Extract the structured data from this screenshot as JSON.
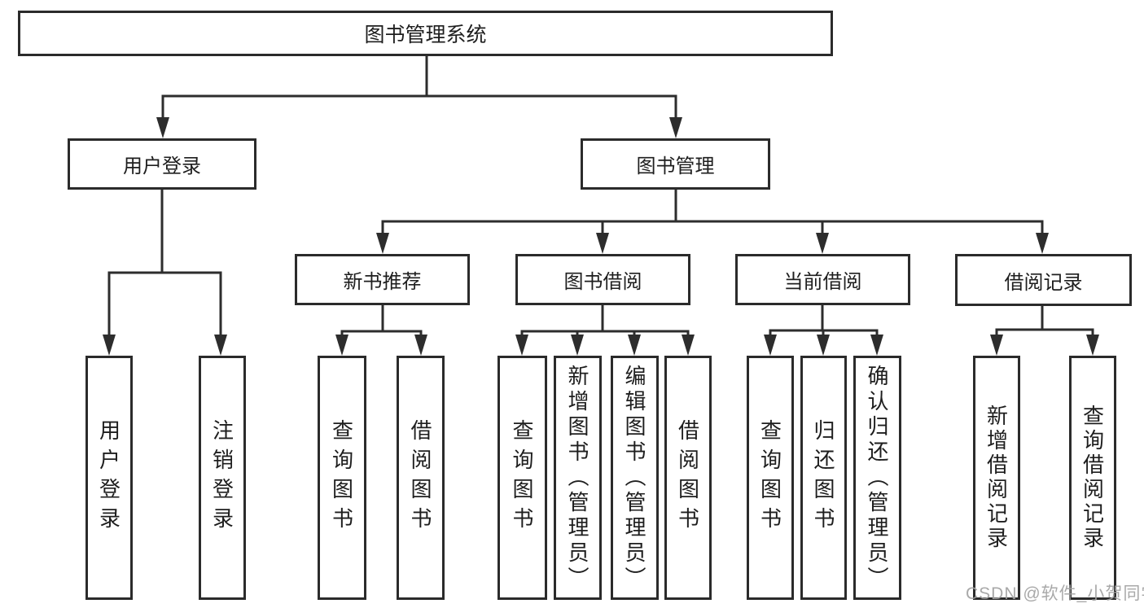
{
  "page": {
    "background": "#ffffff"
  },
  "diagram": {
    "type": "tree",
    "title": "图书管理系统",
    "box_border_color": "#2b2b2b",
    "line_color": "#2d2d2d",
    "text_color": "#1e1e1e",
    "root": {
      "label": "图书管理系统",
      "children": [
        {
          "label": "用户登录",
          "children": [
            {
              "label": "用户登录"
            },
            {
              "label": "注销登录"
            }
          ]
        },
        {
          "label": "图书管理",
          "children": [
            {
              "label": "新书推荐",
              "children": [
                {
                  "label": "查询图书"
                },
                {
                  "label": "借阅图书"
                }
              ]
            },
            {
              "label": "图书借阅",
              "children": [
                {
                  "label": "查询图书"
                },
                {
                  "label": "新增图书（管理员）"
                },
                {
                  "label": "编辑图书（管理员）"
                },
                {
                  "label": "借阅图书"
                }
              ]
            },
            {
              "label": "当前借阅",
              "children": [
                {
                  "label": "查询图书"
                },
                {
                  "label": "归还图书"
                },
                {
                  "label": "确认归还（管理员）"
                }
              ]
            },
            {
              "label": "借阅记录",
              "children": [
                {
                  "label": "新增借阅记录"
                },
                {
                  "label": "查询借阅记录"
                }
              ]
            }
          ]
        }
      ]
    }
  },
  "watermark": {
    "text": "CSDN @软件_小贺同学",
    "color": "#a2a2a2"
  }
}
